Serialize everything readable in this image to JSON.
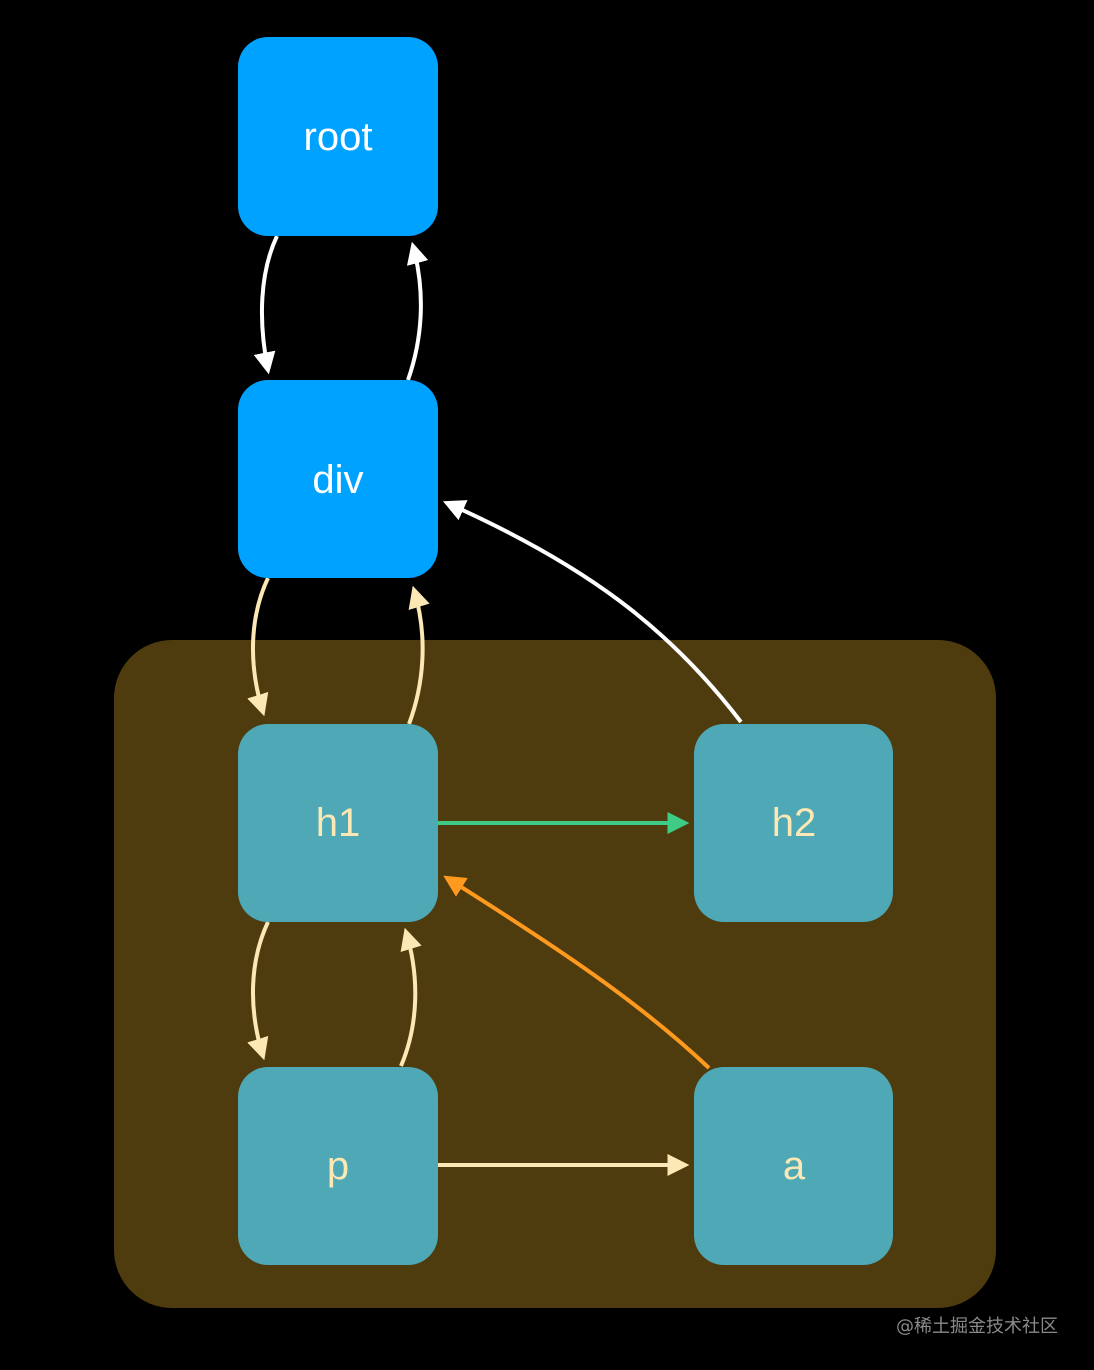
{
  "colors": {
    "background": "#000000",
    "group_fill": "#4f3c0e",
    "root_node_fill": "#00a2ff",
    "child_node_fill": "#4ea8b5",
    "root_node_text": "#ffffff",
    "child_node_text": "#fbe8b4",
    "edge_white": "#ffffff",
    "edge_cream": "#fbe8b4",
    "edge_green": "#3ecb85",
    "edge_orange": "#ff9a1f"
  },
  "nodes": {
    "root": {
      "label": "root"
    },
    "div": {
      "label": "div"
    },
    "h1": {
      "label": "h1"
    },
    "h2": {
      "label": "h2"
    },
    "p": {
      "label": "p"
    },
    "a": {
      "label": "a"
    }
  },
  "edges": [
    {
      "id": "root-to-div",
      "from": "root",
      "to": "div",
      "color": "edge_white"
    },
    {
      "id": "div-to-root",
      "from": "div",
      "to": "root",
      "color": "edge_white"
    },
    {
      "id": "div-to-h1",
      "from": "div",
      "to": "h1",
      "color": "edge_cream"
    },
    {
      "id": "h1-to-div",
      "from": "h1",
      "to": "div",
      "color": "edge_cream"
    },
    {
      "id": "h2-to-div",
      "from": "h2",
      "to": "div",
      "color": "edge_white"
    },
    {
      "id": "h1-to-h2",
      "from": "h1",
      "to": "h2",
      "color": "edge_green"
    },
    {
      "id": "h1-to-p",
      "from": "h1",
      "to": "p",
      "color": "edge_cream"
    },
    {
      "id": "p-to-h1",
      "from": "p",
      "to": "h1",
      "color": "edge_cream"
    },
    {
      "id": "p-to-a",
      "from": "p",
      "to": "a",
      "color": "edge_cream"
    },
    {
      "id": "a-to-h1",
      "from": "a",
      "to": "h1",
      "color": "edge_orange"
    }
  ],
  "watermark": "@稀土掘金技术社区"
}
